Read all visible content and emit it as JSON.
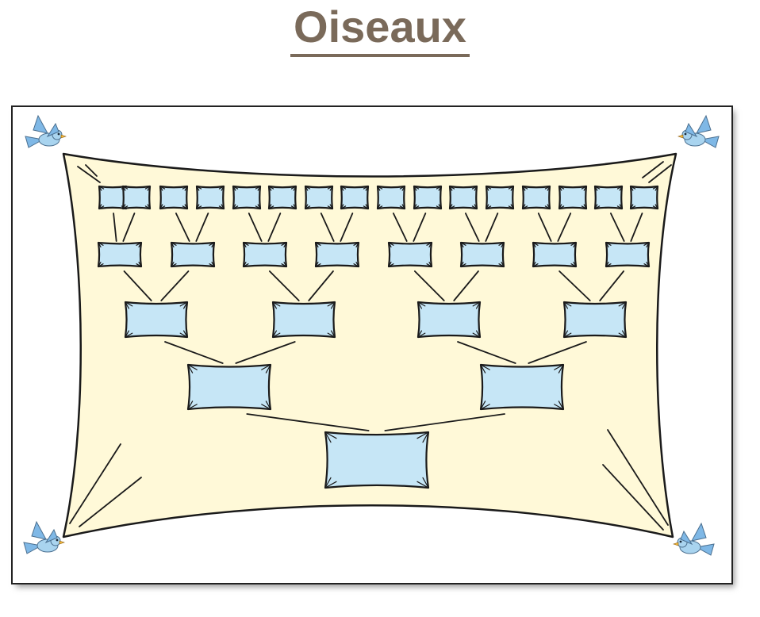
{
  "title": "Oiseaux",
  "diagram": {
    "type": "family-tree-banner",
    "generations": [
      1,
      2,
      4,
      8,
      16
    ],
    "corner_icon": "bird-icon",
    "colors": {
      "banner_fill": "#fff9d8",
      "box_fill": "#c6e6f6",
      "stroke": "#1a1a1a",
      "title": "#7a6a5a",
      "bird_body": "#a9d4ef",
      "bird_wing": "#7fb8e6",
      "bird_beak": "#f2b93a"
    }
  }
}
